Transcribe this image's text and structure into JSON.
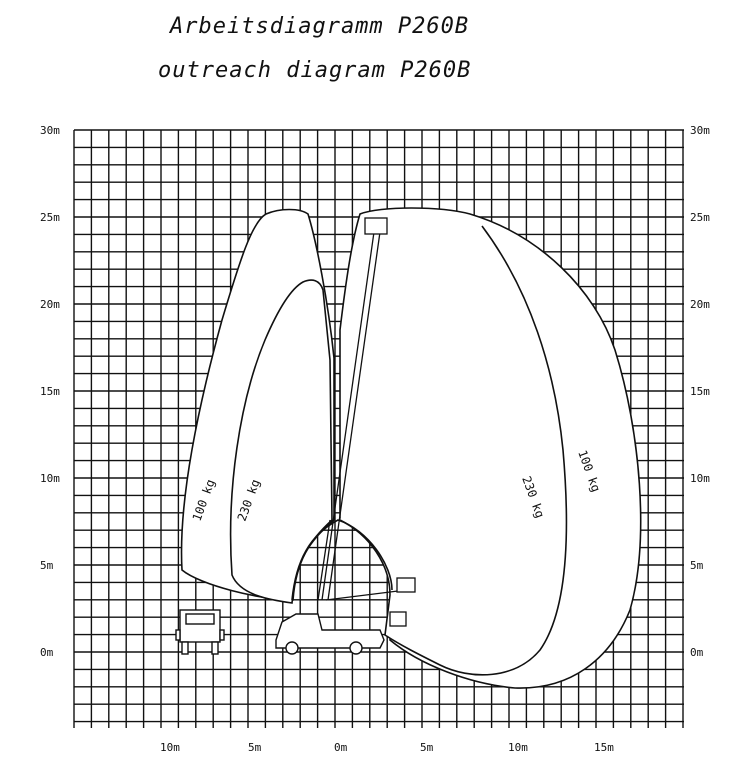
{
  "title_de": "Arbeitsdiagramm P260B",
  "title_en": "outreach diagram P260B",
  "y_labels": [
    "30m",
    "25m",
    "20m",
    "15m",
    "10m",
    "5m",
    "0m"
  ],
  "x_labels": [
    "10m",
    "5m",
    "0m",
    "5m",
    "10m",
    "15m"
  ],
  "curve_labels": {
    "left_outer": "100 kg",
    "left_inner": "230 kg",
    "right_inner": "230 kg",
    "right_outer": "100 kg"
  }
}
